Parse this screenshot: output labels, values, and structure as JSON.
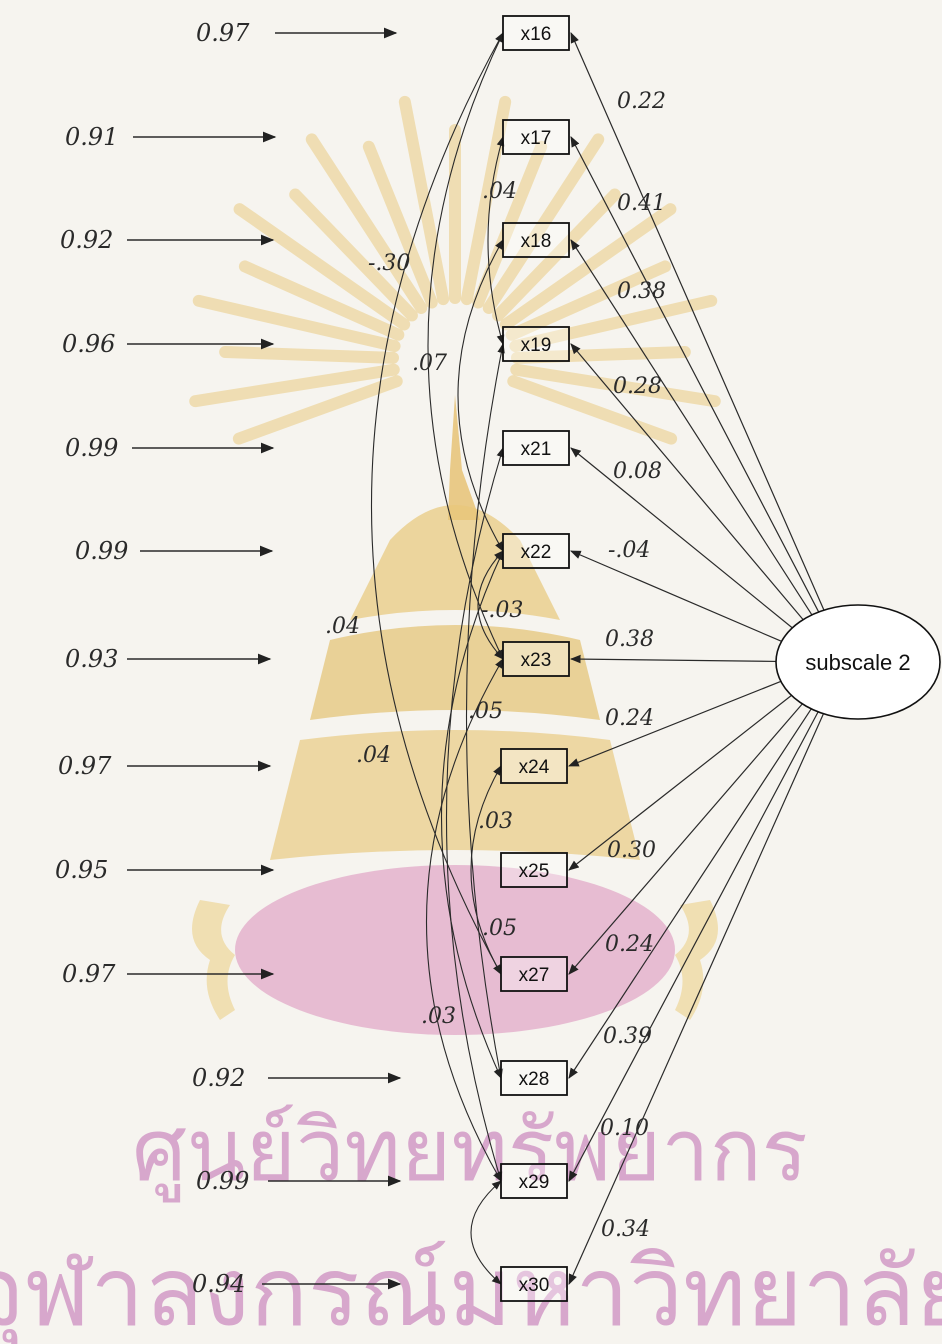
{
  "latent": {
    "label": "subscale 2"
  },
  "variables": [
    {
      "id": "x16",
      "error": "0.97",
      "loading": "0.22"
    },
    {
      "id": "x17",
      "error": "0.91",
      "loading": "0.41"
    },
    {
      "id": "x18",
      "error": "0.92",
      "loading": "0.38"
    },
    {
      "id": "x19",
      "error": "0.96",
      "loading": "0.28"
    },
    {
      "id": "x21",
      "error": "0.99",
      "loading": "0.08"
    },
    {
      "id": "x22",
      "error": "0.99",
      "loading": "-.04"
    },
    {
      "id": "x23",
      "error": "0.93",
      "loading": "0.38"
    },
    {
      "id": "x24",
      "error": "0.97",
      "loading": "0.24"
    },
    {
      "id": "x25",
      "error": "0.95",
      "loading": "0.30"
    },
    {
      "id": "x27",
      "error": "0.97",
      "loading": "0.24"
    },
    {
      "id": "x28",
      "error": "0.92",
      "loading": "0.39"
    },
    {
      "id": "x29",
      "error": "0.99",
      "loading": "0.10"
    },
    {
      "id": "x30",
      "error": "0.94",
      "loading": "0.34"
    }
  ],
  "correlations": [
    {
      "from": "x16",
      "to": "x27",
      "value": ".04"
    },
    {
      "from": "x16",
      "to": "x23",
      "value": "-.30"
    },
    {
      "from": "x17",
      "to": "x19",
      "value": ".04"
    },
    {
      "from": "x18",
      "to": "x22",
      "value": ".07"
    },
    {
      "from": "x22",
      "to": "x23",
      "value": "-.03"
    },
    {
      "from": "x19",
      "to": "x28",
      "value": ".05"
    },
    {
      "from": "x21",
      "to": "x29",
      "value": ".04"
    },
    {
      "from": "x24",
      "to": "x27",
      "value": ".03"
    },
    {
      "from": "x22",
      "to": "x28",
      "value": ".05"
    },
    {
      "from": "x23",
      "to": "x29",
      "value": ".03"
    },
    {
      "from": "x29",
      "to": "x30",
      "value": ""
    }
  ],
  "watermark": {
    "line1": "ศูนย์วิทยทรัพยากร",
    "line2": "จุฬาลงกรณ์มหาวิทยาลัย"
  },
  "colors": {
    "ink": "#2a2a2a",
    "emblem": "#e9c878",
    "cushion": "#e2a9c8",
    "watermark_text": "#d7a7cc"
  }
}
